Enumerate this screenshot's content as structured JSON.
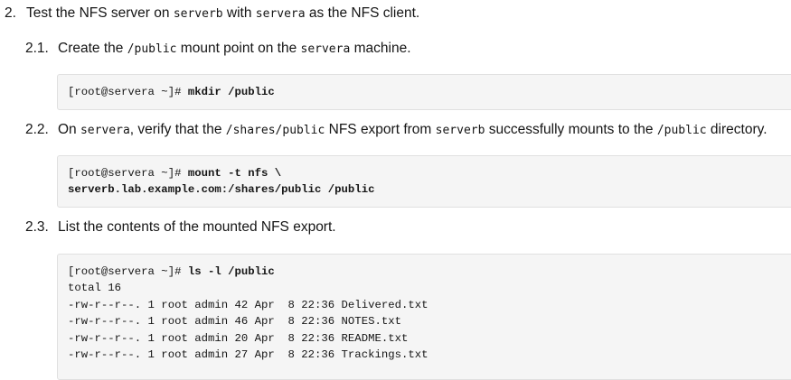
{
  "step2": {
    "number": "2.",
    "text_1": "Test the NFS server on ",
    "code_1": "serverb",
    "text_2": " with ",
    "code_2": "servera",
    "text_3": " as the NFS client."
  },
  "sub1": {
    "number": "2.1.",
    "text_1": "Create the ",
    "code_1": "/public",
    "text_2": " mount point on the ",
    "code_2": "servera",
    "text_3": " machine.",
    "code_block": [
      {
        "prompt": "[root@servera ~]# ",
        "command": "mkdir /public"
      }
    ]
  },
  "sub2": {
    "number": "2.2.",
    "text_1": "On ",
    "code_1": "servera",
    "text_2": ", verify that the ",
    "code_2": "/shares/public",
    "text_3": " NFS export from ",
    "code_3": "serverb",
    "text_4": " successfully mounts to the ",
    "code_4": "/public",
    "text_5": " directory.",
    "code_block": [
      {
        "prompt": "[root@servera ~]# ",
        "command": "mount -t nfs \\"
      },
      {
        "prompt": "",
        "command": "serverb.lab.example.com:/shares/public /public"
      }
    ]
  },
  "sub3": {
    "number": "2.3.",
    "text_1": "List the contents of the mounted NFS export.",
    "code_block": [
      {
        "prompt": "[root@servera ~]# ",
        "command": "ls -l /public"
      }
    ],
    "output_lines": [
      "total 16",
      "-rw-r--r--. 1 root admin 42 Apr  8 22:36 Delivered.txt",
      "-rw-r--r--. 1 root admin 46 Apr  8 22:36 NOTES.txt",
      "-rw-r--r--. 1 root admin 20 Apr  8 22:36 README.txt",
      "-rw-r--r--. 1 root admin 27 Apr  8 22:36 Trackings.txt"
    ]
  }
}
